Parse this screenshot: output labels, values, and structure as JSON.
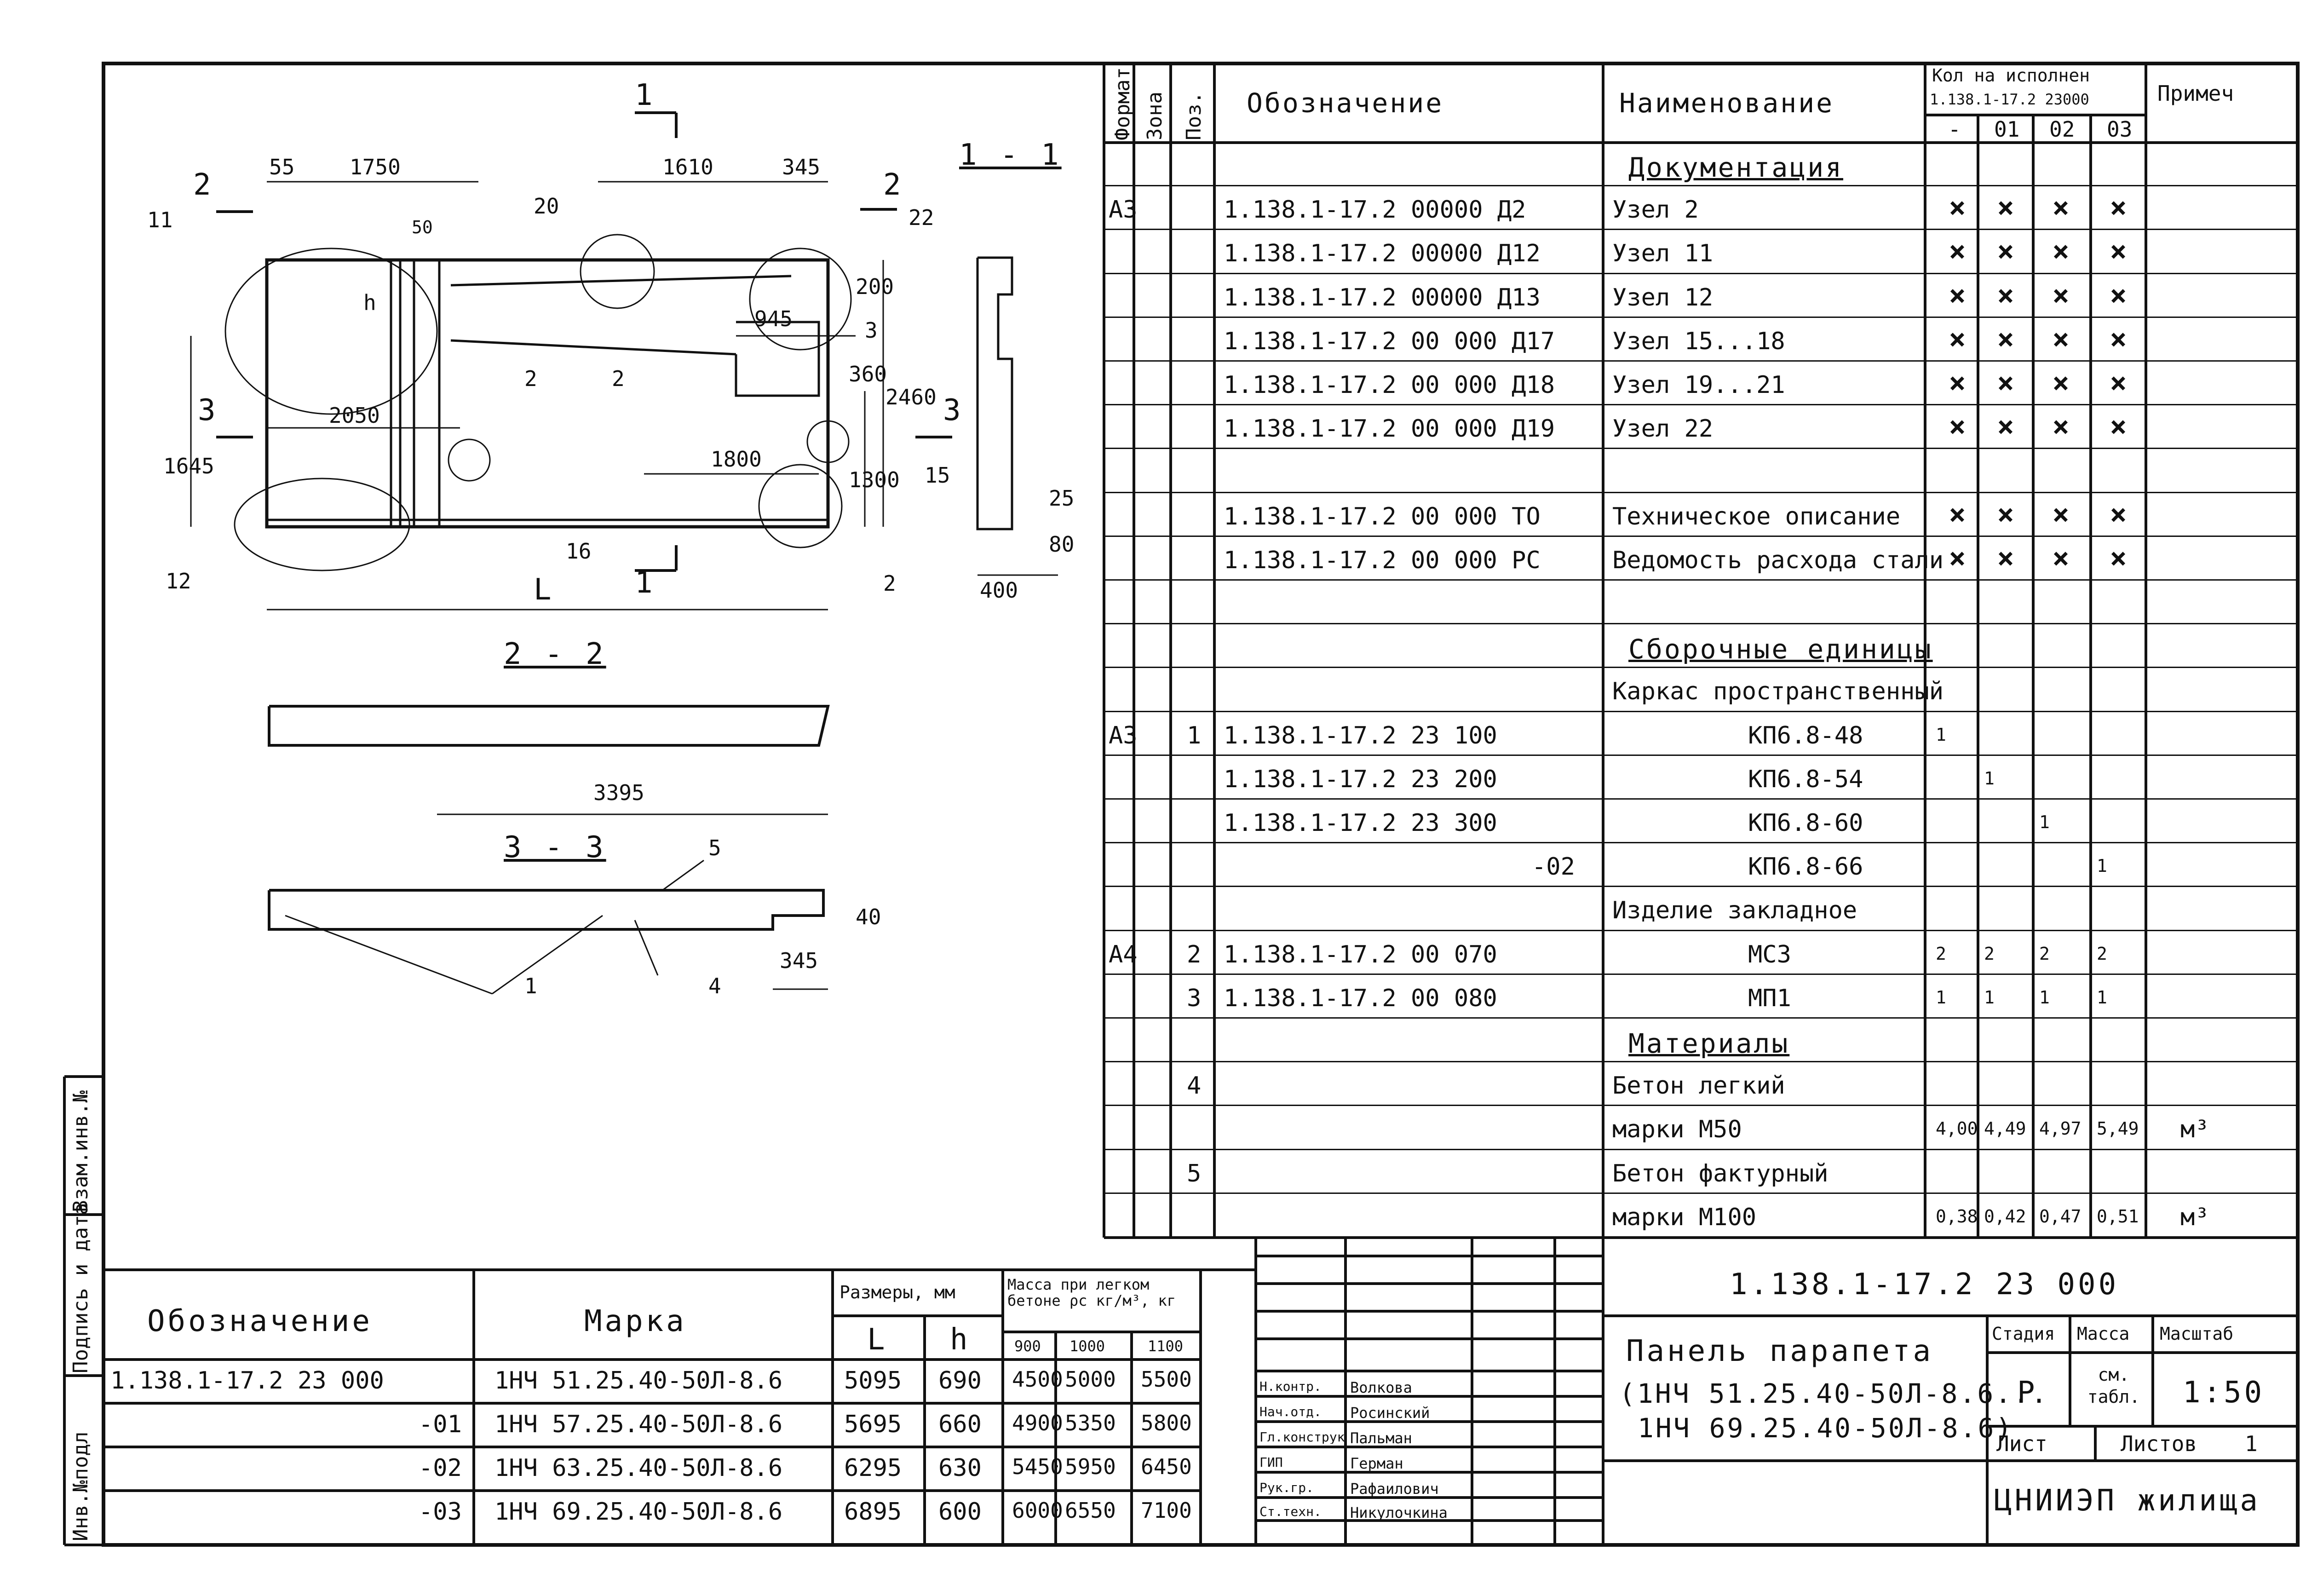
{
  "side_stamp": {
    "a": "Взам.инв.№",
    "b": "Подпись и дата",
    "c": "Инв.№подл"
  },
  "spec_header": {
    "format": "Формат",
    "zone": "Зона",
    "pos": "Поз.",
    "designation": "Обозначение",
    "name": "Наименование",
    "qty_title": "Кол на исполнен",
    "qty_doc": "1.138.1-17.2 23000",
    "qty_cols": [
      "-",
      "01",
      "02",
      "03"
    ],
    "note": "Примеч"
  },
  "spec_rows": [
    {
      "format": "",
      "pos": "",
      "des": "",
      "name": "Документация",
      "q": [
        "",
        "",
        "",
        ""
      ],
      "note": "",
      "heading": true
    },
    {
      "format": "А3",
      "pos": "",
      "des": "1.138.1-17.2   00000 Д2",
      "name": "Узел 2",
      "q": [
        "×",
        "×",
        "×",
        "×"
      ],
      "note": ""
    },
    {
      "format": "",
      "pos": "",
      "des": "1.138.1-17.2   00000 Д12",
      "name": "Узел 11",
      "q": [
        "×",
        "×",
        "×",
        "×"
      ],
      "note": ""
    },
    {
      "format": "",
      "pos": "",
      "des": "1.138.1-17.2   00000 Д13",
      "name": "Узел 12",
      "q": [
        "×",
        "×",
        "×",
        "×"
      ],
      "note": ""
    },
    {
      "format": "",
      "pos": "",
      "des": "1.138.1-17.2   00 000 Д17",
      "name": "Узел 15...18",
      "q": [
        "×",
        "×",
        "×",
        "×"
      ],
      "note": ""
    },
    {
      "format": "",
      "pos": "",
      "des": "1.138.1-17.2   00 000 Д18",
      "name": "Узел 19...21",
      "q": [
        "×",
        "×",
        "×",
        "×"
      ],
      "note": ""
    },
    {
      "format": "",
      "pos": "",
      "des": "1.138.1-17.2   00 000 Д19",
      "name": "Узел 22",
      "q": [
        "×",
        "×",
        "×",
        "×"
      ],
      "note": ""
    },
    {
      "format": "",
      "pos": "",
      "des": "",
      "name": "",
      "q": [
        "",
        "",
        "",
        ""
      ],
      "note": ""
    },
    {
      "format": "",
      "pos": "",
      "des": "1.138.1-17.2   00 000  ТО",
      "name": "Техническое описание",
      "q": [
        "×",
        "×",
        "×",
        "×"
      ],
      "note": ""
    },
    {
      "format": "",
      "pos": "",
      "des": "1.138.1-17.2   00 000  РС",
      "name": "Ведомость расхода стали",
      "q": [
        "×",
        "×",
        "×",
        "×"
      ],
      "note": ""
    },
    {
      "format": "",
      "pos": "",
      "des": "",
      "name": "",
      "q": [
        "",
        "",
        "",
        ""
      ],
      "note": ""
    },
    {
      "format": "",
      "pos": "",
      "des": "",
      "name": "Сборочные единицы",
      "q": [
        "",
        "",
        "",
        ""
      ],
      "note": "",
      "heading": true
    },
    {
      "format": "",
      "pos": "",
      "des": "",
      "name": "Каркас пространственный",
      "q": [
        "",
        "",
        "",
        ""
      ],
      "note": ""
    },
    {
      "format": "А3",
      "pos": "1",
      "des": "1.138.1-17.2  23 100",
      "name": "КП6.8-48",
      "q": [
        "1",
        "",
        "",
        ""
      ],
      "note": "",
      "center": true
    },
    {
      "format": "",
      "pos": "",
      "des": "1.138.1-17.2  23 200",
      "name": "КП6.8-54",
      "q": [
        "",
        "1",
        "",
        ""
      ],
      "note": "",
      "center": true
    },
    {
      "format": "",
      "pos": "",
      "des": "1.138.1-17.2  23 300",
      "name": "КП6.8-60",
      "q": [
        "",
        "",
        "1",
        ""
      ],
      "note": "",
      "center": true
    },
    {
      "format": "",
      "pos": "",
      "des": "-02",
      "name": "КП6.8-66",
      "q": [
        "",
        "",
        "",
        "1"
      ],
      "note": "",
      "center": true,
      "right": true
    },
    {
      "format": "",
      "pos": "",
      "des": "",
      "name": "Изделие закладное",
      "q": [
        "",
        "",
        "",
        ""
      ],
      "note": ""
    },
    {
      "format": "А4",
      "pos": "2",
      "des": "1.138.1-17.2   00 070",
      "name": "МС3",
      "q": [
        "2",
        "2",
        "2",
        "2"
      ],
      "note": "",
      "center": true
    },
    {
      "format": "",
      "pos": "3",
      "des": "1.138.1-17.2   00 080",
      "name": "МП1",
      "q": [
        "1",
        "1",
        "1",
        "1"
      ],
      "note": "",
      "center": true
    },
    {
      "format": "",
      "pos": "",
      "des": "",
      "name": "Материалы",
      "q": [
        "",
        "",
        "",
        ""
      ],
      "note": "",
      "heading": true
    },
    {
      "format": "",
      "pos": "4",
      "des": "",
      "name": "Бетон легкий",
      "q": [
        "",
        "",
        "",
        ""
      ],
      "note": ""
    },
    {
      "format": "",
      "pos": "",
      "des": "",
      "name": "марки   М50",
      "q": [
        "4,00",
        "4,49",
        "4,97",
        "5,49"
      ],
      "note": "м³"
    },
    {
      "format": "",
      "pos": "5",
      "des": "",
      "name": "Бетон фактурный",
      "q": [
        "",
        "",
        "",
        ""
      ],
      "note": ""
    },
    {
      "format": "",
      "pos": "",
      "des": "",
      "name": "марки   М100",
      "q": [
        "0,38",
        "0,42",
        "0,47",
        "0,51"
      ],
      "note": "м³"
    }
  ],
  "variants_header": {
    "des": "Обозначение",
    "mark": "Марка",
    "sizes": "Размеры, мм",
    "L": "L",
    "h": "h",
    "mass": "Масса при легком бетоне ρс кг/м³, кг",
    "dens": [
      "900",
      "1000",
      "1100"
    ]
  },
  "variants": [
    {
      "des": "1.138.1-17.2   23 000",
      "mark": "1НЧ 51.25.40-50Л-8.6",
      "L": "5095",
      "h": "690",
      "m": [
        "4500",
        "5000",
        "5500"
      ]
    },
    {
      "des": "-01",
      "mark": "1НЧ 57.25.40-50Л-8.6",
      "L": "5695",
      "h": "660",
      "m": [
        "4900",
        "5350",
        "5800"
      ]
    },
    {
      "des": "-02",
      "mark": "1НЧ 63.25.40-50Л-8.6",
      "L": "6295",
      "h": "630",
      "m": [
        "5450",
        "5950",
        "6450"
      ]
    },
    {
      "des": "-03",
      "mark": "1НЧ 69.25.40-50Л-8.6",
      "L": "6895",
      "h": "600",
      "m": [
        "6000",
        "6550",
        "7100"
      ]
    }
  ],
  "signatures": [
    {
      "role": "Н.контр.",
      "name": "Волкова"
    },
    {
      "role": "Нач.отд.",
      "name": "Росинский"
    },
    {
      "role": "Гл.конструктор",
      "name": "Пальман"
    },
    {
      "role": "ГИП",
      "name": "Герман"
    },
    {
      "role": "Рук.гр.",
      "name": "Рафаилович"
    },
    {
      "role": "Ст.техн.",
      "name": "Никулочкина"
    }
  ],
  "title_block": {
    "code": "1.138.1-17.2 23 000",
    "title": "Панель парапета",
    "subtitle1": "(1НЧ 51.25.40-50Л-8.6...",
    "subtitle2": "1НЧ 69.25.40-50Л-8.6)",
    "stage_label": "Стадия",
    "mass_label": "Масса",
    "scale_label": "Масштаб",
    "stage": "Р",
    "mass": "см. табл.",
    "scale": "1:50",
    "sheet_label": "Лист",
    "sheets_label": "Листов",
    "sheets": "1",
    "org": "ЦНИИЭП жилища"
  },
  "drawing": {
    "sec11": "1 - 1",
    "sec22": "2 - 2",
    "sec33": "3 - 3",
    "dims": {
      "d55": "55",
      "d1750": "1750",
      "d1610": "1610",
      "d345": "345",
      "d50": "50",
      "d200": "200",
      "d945": "945",
      "d360": "360",
      "d2460": "2460",
      "d2050": "2050",
      "d1800": "1800",
      "d1645": "1645",
      "d1300": "1300",
      "dh": "h",
      "dL": "L",
      "d3395": "3395",
      "d40": "40",
      "d345b": "345",
      "d400": "400",
      "d25": "25",
      "d80": "80"
    },
    "labels": {
      "n1a": "1",
      "n1b": "1",
      "n2a": "2",
      "n2b": "2",
      "n3a": "3",
      "n3b": "3",
      "c11": "11",
      "c12": "12",
      "c20": "20",
      "c22": "22",
      "c15": "15",
      "c16": "16",
      "c2a": "2",
      "c2b": "2",
      "c2c": "2",
      "c3": "3",
      "c5": "5",
      "c4": "4",
      "c1": "1"
    }
  }
}
